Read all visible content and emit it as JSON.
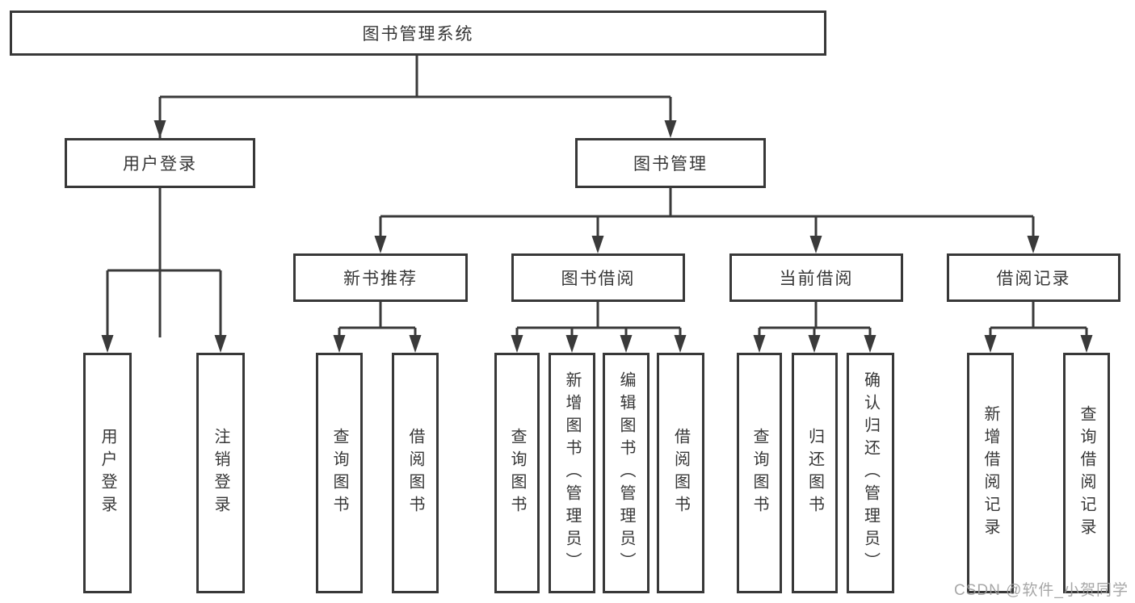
{
  "diagram": {
    "type": "tree",
    "title": "图书管理系统",
    "watermark": "CSDN @软件_小贺同学",
    "colors": {
      "line": "#3a3a3a",
      "text": "#373737",
      "box_background": "#ffffff",
      "watermark": "#9b9b9b"
    },
    "tree": {
      "label": "图书管理系统",
      "children": [
        {
          "label": "用户登录",
          "children": [
            {
              "label": "用户登录"
            },
            {
              "label": "注销登录"
            }
          ]
        },
        {
          "label": "图书管理",
          "children": [
            {
              "label": "新书推荐",
              "children": [
                {
                  "label": "查询图书"
                },
                {
                  "label": "借阅图书"
                }
              ]
            },
            {
              "label": "图书借阅",
              "children": [
                {
                  "label": "查询图书"
                },
                {
                  "label": "新增图书（管理员）"
                },
                {
                  "label": "编辑图书（管理员）"
                },
                {
                  "label": "借阅图书"
                }
              ]
            },
            {
              "label": "当前借阅",
              "children": [
                {
                  "label": "查询图书"
                },
                {
                  "label": "归还图书"
                },
                {
                  "label": "确认归还（管理员）"
                }
              ]
            },
            {
              "label": "借阅记录",
              "children": [
                {
                  "label": "新增借阅记录"
                },
                {
                  "label": "查询借阅记录"
                }
              ]
            }
          ]
        }
      ]
    }
  }
}
